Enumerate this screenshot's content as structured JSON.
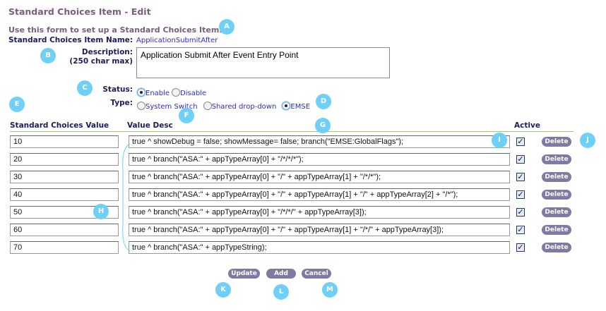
{
  "header": {
    "title": "Standard Choices Item - Edit",
    "intro": "Use this form to set up a Standard Choices Item."
  },
  "form": {
    "name_label": "Standard Choices Item Name:",
    "name_value": "ApplicationSubmitAfter",
    "desc_label": "Description:",
    "desc_hint": "(250 char max)",
    "desc_value": "Application Submit After Event Entry Point",
    "status_label": "Status:",
    "status_options": [
      "Enable",
      "Disable"
    ],
    "status_selected": "Enable",
    "type_label": "Type:",
    "type_options": [
      "System Switch",
      "Shared drop-down",
      "EMSE"
    ],
    "type_selected": "EMSE"
  },
  "table": {
    "headers": {
      "value": "Standard Choices Value",
      "desc": "Value Desc",
      "active": "Active"
    },
    "delete_label": "Delete",
    "rows": [
      {
        "value": "10",
        "desc": "true ^ showDebug = false; showMessage= false; branch(\"EMSE:GlobalFlags\");",
        "active": true
      },
      {
        "value": "20",
        "desc": "true ^ branch(\"ASA:\" + appTypeArray[0] + \"/*/*/*\");",
        "active": true
      },
      {
        "value": "30",
        "desc": "true ^ branch(\"ASA:\" + appTypeArray[0] + \"/\" + appTypeArray[1] + \"/*/*\");",
        "active": true
      },
      {
        "value": "40",
        "desc": "true ^ branch(\"ASA:\" + appTypeArray[0] + \"/\" + appTypeArray[1] + \"/\" + appTypeArray[2] + \"/*\");",
        "active": true
      },
      {
        "value": "50",
        "desc": "true ^ branch(\"ASA:\" + appTypeArray[0] + \"/*/*/\" + appTypeArray[3]);",
        "active": true
      },
      {
        "value": "60",
        "desc": "true ^ branch(\"ASA:\" + appTypeArray[0] + \"/\" + appTypeArray[1] + \"/*/\" + appTypeArray[3]);",
        "active": true
      },
      {
        "value": "70",
        "desc": "true ^ branch(\"ASA:\" + appTypeString);",
        "active": true
      }
    ]
  },
  "buttons": {
    "update": "Update",
    "add": "Add",
    "cancel": "Cancel"
  },
  "callouts": [
    "A",
    "B",
    "C",
    "D",
    "E",
    "F",
    "G",
    "H",
    "I",
    "J",
    "K",
    "L",
    "M"
  ]
}
